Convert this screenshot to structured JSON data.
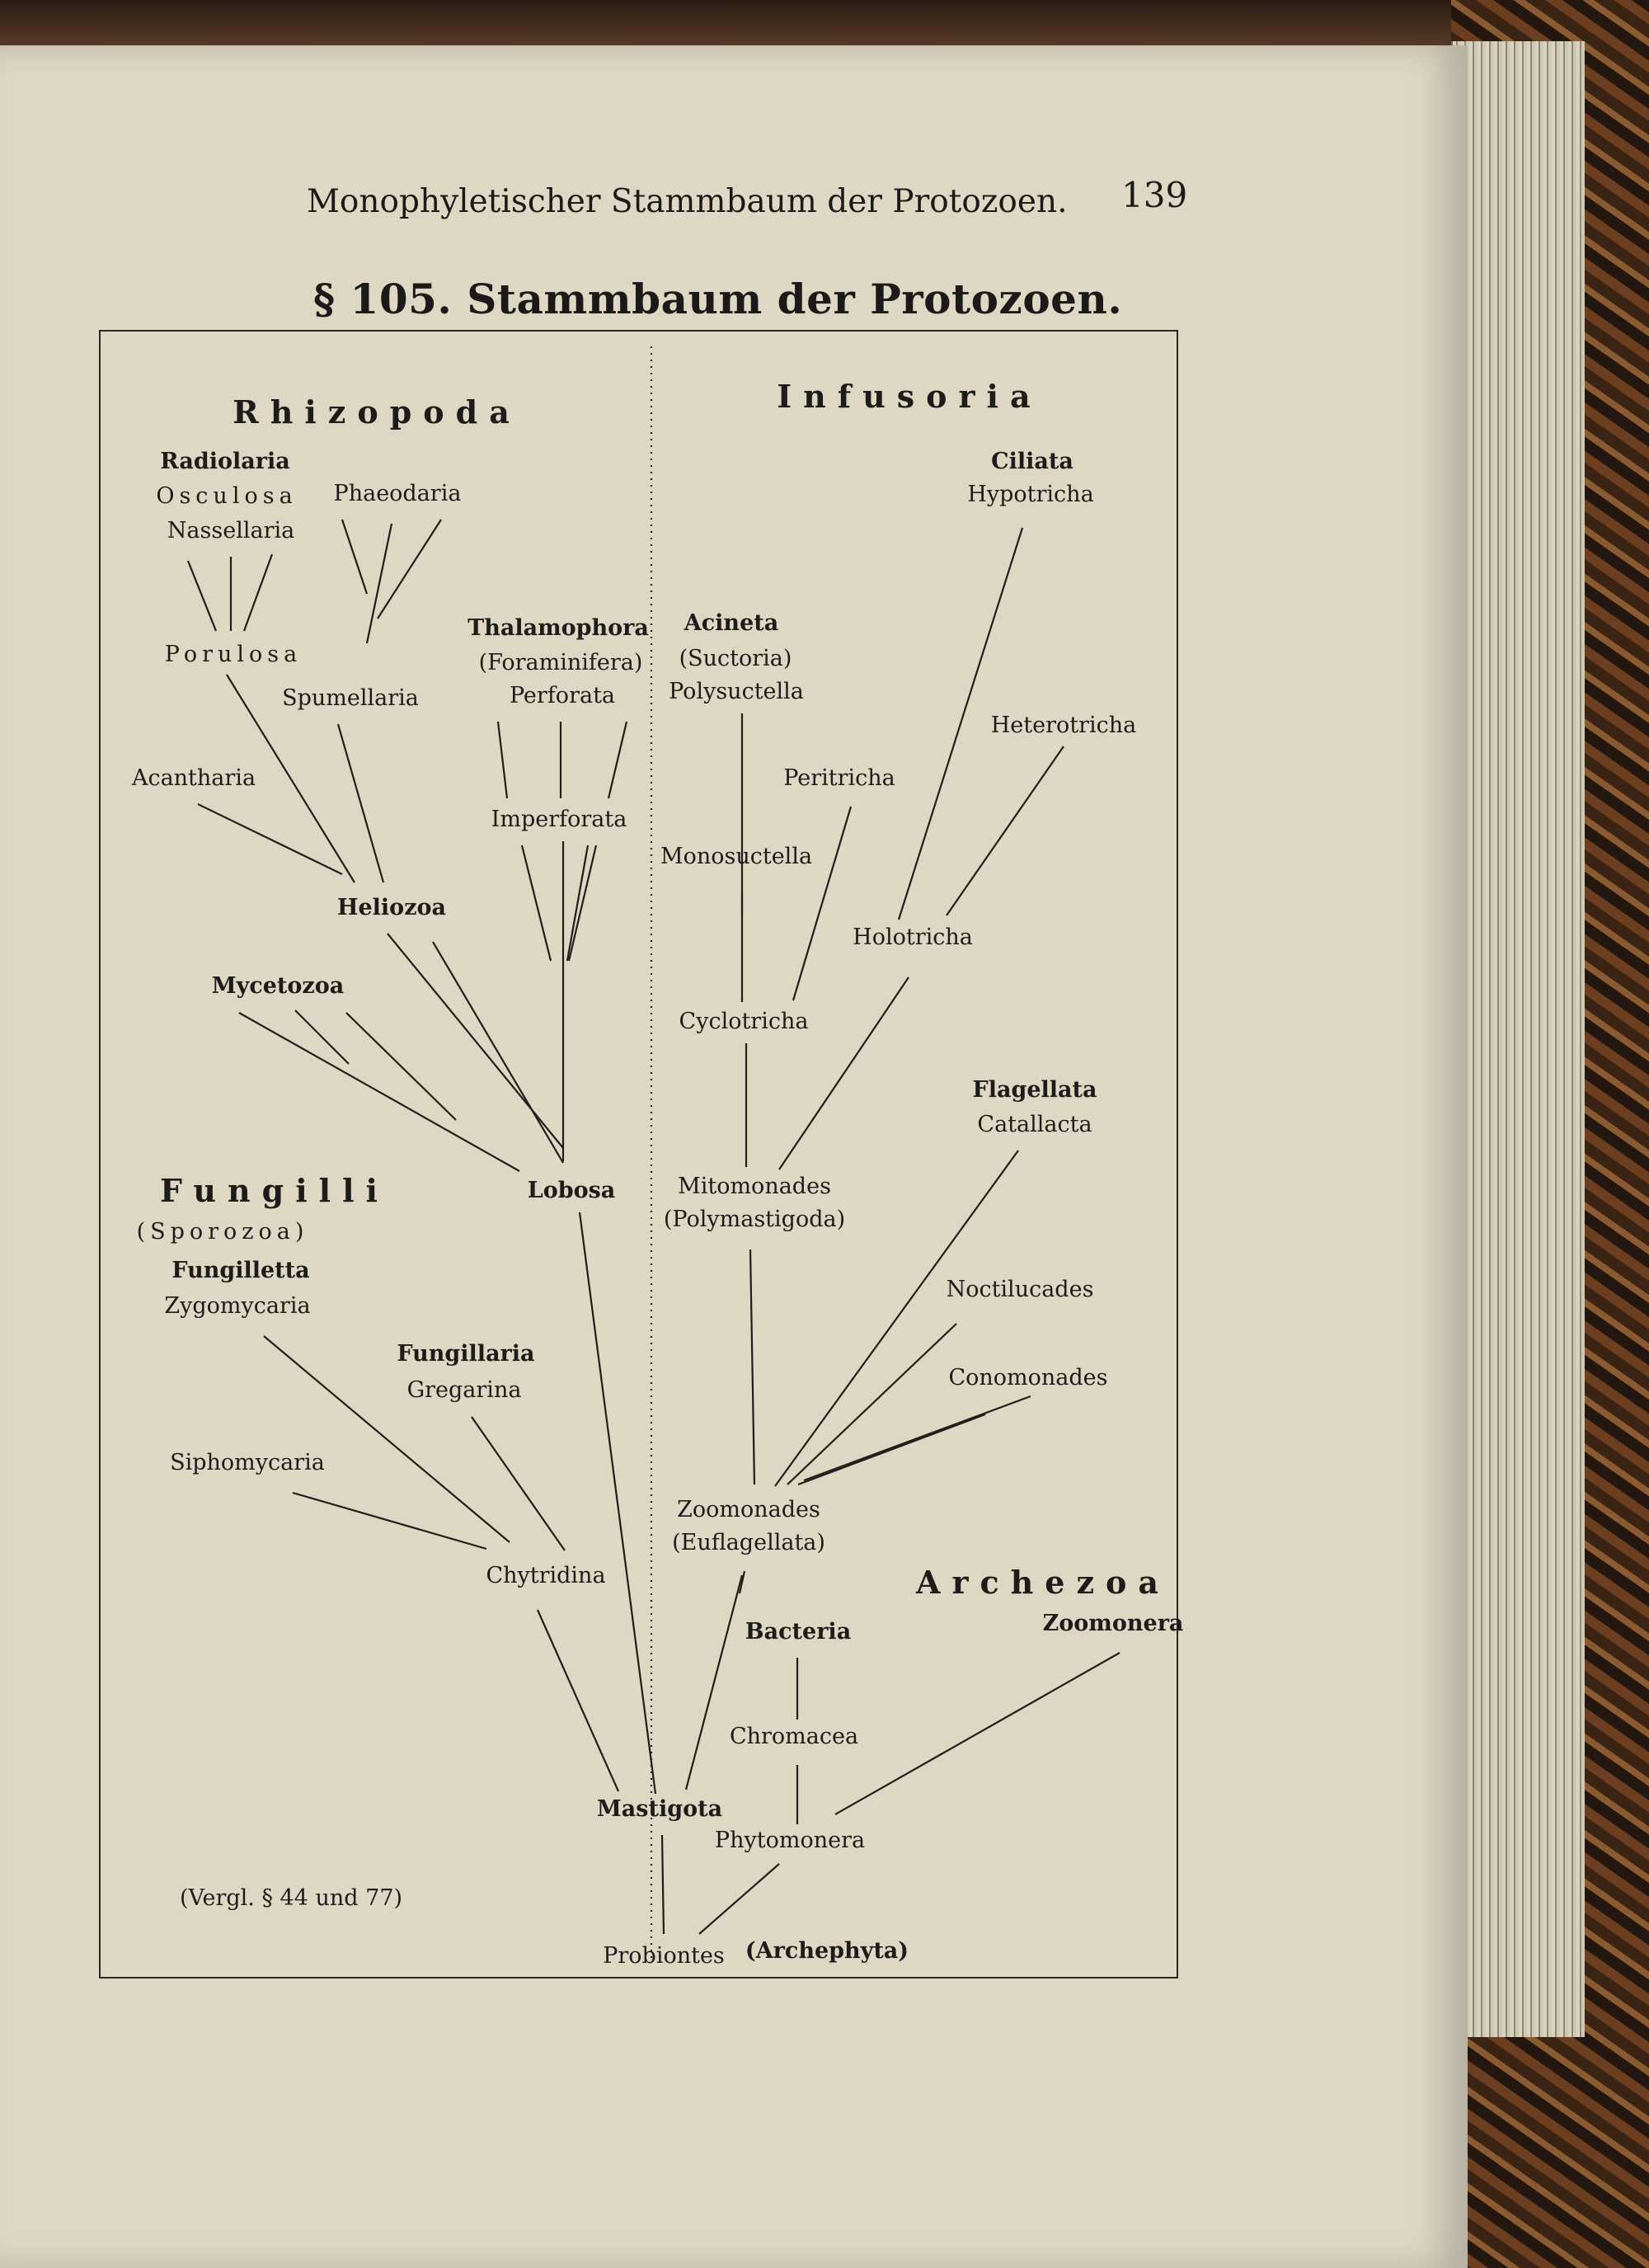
{
  "page": {
    "running_head": "Monophyletischer Stammbaum der Protozoen.",
    "page_number": "139",
    "section_title": "§ 105. Stammbaum der Protozoen."
  },
  "groups": {
    "rhizopoda": "Rhizopoda",
    "infusoria": "Infusoria",
    "fungilli": "Fungilli",
    "archezoa": "Archezoa"
  },
  "taxa": {
    "radiolaria": "Radiolaria",
    "osculosa": "Osculosa",
    "nassellaria": "Nassellaria",
    "phaeodaria": "Phaeodaria",
    "porulosa": "Porulosa",
    "spumellaria": "Spumellaria",
    "acantharia": "Acantharia",
    "heliozoa": "Heliozoa",
    "mycetozoa": "Mycetozoa",
    "thalamophora": "Thalamophora",
    "foraminifera": "(Foraminifera)",
    "perforata": "Perforata",
    "imperforata": "Imperforata",
    "lobosa": "Lobosa",
    "ciliata": "Ciliata",
    "hypotricha": "Hypotricha",
    "heterotricha": "Heterotricha",
    "acineta": "Acineta",
    "suctoria": "(Suctoria)",
    "polysuctella": "Polysuctella",
    "peritricha": "Peritricha",
    "monosuctella": "Monosuctella",
    "holotricha": "Holotricha",
    "cyclotricha": "Cyclotricha",
    "flagellata": "Flagellata",
    "catallacta": "Catallacta",
    "mitomonades": "Mitomonades",
    "polymastigoda": "(Polymastigoda)",
    "noctilucades": "Noctilucades",
    "conomonades": "Conomonades",
    "sporozoa": "(Sporozoa)",
    "fungilletta": "Fungilletta",
    "zygomycaria": "Zygomycaria",
    "fungillaria": "Fungillaria",
    "gregarina": "Gregarina",
    "siphomycaria": "Siphomycaria",
    "chytridina": "Chytridina",
    "zoomonades": "Zoomonades",
    "euflagellata": "(Euflagellata)",
    "zoomonera": "Zoomonera",
    "bacteria": "Bacteria",
    "chromacea": "Chromacea",
    "phytomonera": "Phytomonera",
    "mastigota": "Mastigota",
    "probiontes": "Probiontes",
    "archephyta": "(Archephyta)",
    "vergl": "(Vergl. § 44 und 77)"
  }
}
